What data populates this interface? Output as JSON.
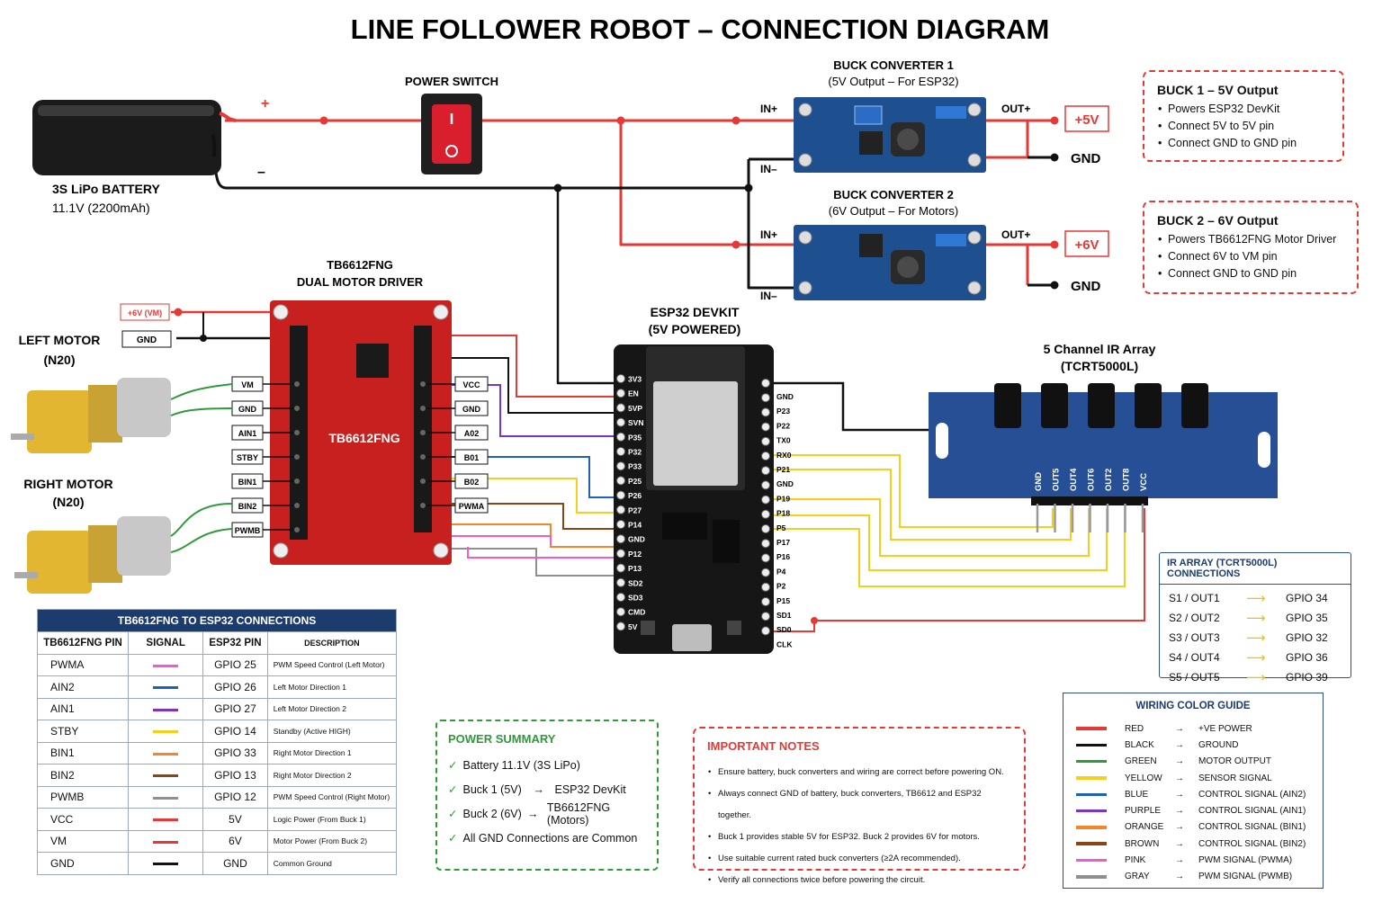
{
  "title": "LINE FOLLOWER ROBOT – CONNECTION DIAGRAM",
  "battery": {
    "name": "3S LiPo BATTERY",
    "spec": "11.1V (2200mAh)",
    "plus": "+",
    "minus": "–"
  },
  "power_switch": {
    "label": "POWER SWITCH"
  },
  "buck1": {
    "title": "BUCK CONVERTER 1",
    "subtitle": "(5V Output – For ESP32)",
    "in_plus": "IN+",
    "in_minus": "IN–",
    "out_plus": "OUT+",
    "voltage": "+5V",
    "gnd": "GND"
  },
  "buck2": {
    "title": "BUCK CONVERTER 2",
    "subtitle": "(6V Output – For Motors)",
    "in_plus": "IN+",
    "in_minus": "IN–",
    "out_plus": "OUT+",
    "voltage": "+6V",
    "gnd": "GND"
  },
  "buck1_note": {
    "title": "BUCK 1 – 5V Output",
    "items": [
      "Powers ESP32 DevKit",
      "Connect 5V to 5V pin",
      "Connect GND to GND pin"
    ]
  },
  "buck2_note": {
    "title": "BUCK 2 – 6V Output",
    "items": [
      "Powers TB6612FNG Motor Driver",
      "Connect 6V to VM pin",
      "Connect GND to GND pin"
    ]
  },
  "driver": {
    "title": "TB6612FNG",
    "subtitle": "DUAL MOTOR DRIVER",
    "chip_label": "TB6612FNG",
    "left_pins": [
      "VM",
      "GND",
      "AIN1",
      "STBY",
      "BIN1",
      "BIN2",
      "PWMB"
    ],
    "right_pins": [
      "VCC",
      "GND",
      "A02",
      "B01",
      "B02",
      "PWMA"
    ],
    "vm_label": "+6V (VM)",
    "gnd_label": "GND"
  },
  "left_motor": {
    "name": "LEFT MOTOR",
    "model": "(N20)"
  },
  "right_motor": {
    "name": "RIGHT MOTOR",
    "model": "(N20)"
  },
  "esp32": {
    "title": "ESP32 DEVKIT",
    "subtitle": "(5V POWERED)",
    "left_pins": [
      "3V3",
      "EN",
      "5VP",
      "SVN",
      "P35",
      "P32",
      "P33",
      "P25",
      "P26",
      "P27",
      "P14",
      "GND",
      "P12",
      "P13",
      "SD2",
      "SD3",
      "CMD",
      "5V"
    ],
    "right_pins": [
      "GND",
      "P23",
      "P22",
      "TX0",
      "RX0",
      "P21",
      "GND",
      "P19",
      "P18",
      "P5",
      "P17",
      "P16",
      "P4",
      "P2",
      "P15",
      "SD1",
      "SD0",
      "CLK"
    ]
  },
  "ir_array": {
    "title": "5 Channel IR Array",
    "subtitle": "(TCRT5000L)",
    "pins": [
      "GND",
      "OUT5",
      "OUT4",
      "OUT6",
      "OUT2",
      "OUT8",
      "VCC"
    ]
  },
  "ir_connections": {
    "title": "IR ARRAY (TCRT5000L) CONNECTIONS",
    "rows": [
      {
        "sensor": "S1 / OUT1",
        "gpio": "GPIO 34"
      },
      {
        "sensor": "S2 / OUT2",
        "gpio": "GPIO 35"
      },
      {
        "sensor": "S3 / OUT3",
        "gpio": "GPIO 32"
      },
      {
        "sensor": "S4 / OUT4",
        "gpio": "GPIO 36"
      },
      {
        "sensor": "S5 / OUT5",
        "gpio": "GPIO 39"
      }
    ]
  },
  "conn_table": {
    "title": "TB6612FNG TO ESP32 CONNECTIONS",
    "headers": [
      "TB6612FNG PIN",
      "SIGNAL",
      "ESP32 PIN",
      "DESCRIPTION"
    ],
    "rows": [
      {
        "pin": "PWMA",
        "color": "#f25bd0",
        "esp": "GPIO 25",
        "desc": "PWM Speed Control (Left Motor)"
      },
      {
        "pin": "AIN2",
        "color": "#1f5fc0",
        "esp": "GPIO 26",
        "desc": "Left Motor Direction 1"
      },
      {
        "pin": "AIN1",
        "color": "#7b35c4",
        "esp": "GPIO 27",
        "desc": "Left Motor Direction 2"
      },
      {
        "pin": "STBY",
        "color": "#f5cf1b",
        "esp": "GPIO 14",
        "desc": "Standby (Active HIGH)"
      },
      {
        "pin": "BIN1",
        "color": "#f3862a",
        "esp": "GPIO 33",
        "desc": "Right Motor Direction 1"
      },
      {
        "pin": "BIN2",
        "color": "#8b4513",
        "esp": "GPIO 13",
        "desc": "Right Motor Direction 2"
      },
      {
        "pin": "PWMB",
        "color": "#8f8f8f",
        "esp": "GPIO 12",
        "desc": "PWM Speed Control (Right Motor)"
      },
      {
        "pin": "VCC",
        "color": "#e53935",
        "esp": "5V",
        "desc": "Logic Power (From Buck 1)"
      },
      {
        "pin": "VM",
        "color": "#e53935",
        "esp": "6V",
        "desc": "Motor Power (From Buck 2)"
      },
      {
        "pin": "GND",
        "color": "#111111",
        "esp": "GND",
        "desc": "Common Ground"
      }
    ]
  },
  "power_summary": {
    "title": "POWER SUMMARY",
    "items": [
      {
        "a": "Battery 11.1V (3S LiPo)",
        "arrow": "",
        "b": ""
      },
      {
        "a": "Buck 1 (5V)",
        "arrow": "→",
        "b": "ESP32 DevKit"
      },
      {
        "a": "Buck 2 (6V)",
        "arrow": "→",
        "b": "TB6612FNG (Motors)"
      },
      {
        "a": "All GND Connections are Common",
        "arrow": "",
        "b": ""
      }
    ]
  },
  "important_notes": {
    "title": "IMPORTANT NOTES",
    "items": [
      "Ensure battery, buck converters and wiring are correct before powering ON.",
      "Always connect GND of battery, buck converters, TB6612 and ESP32 together.",
      "Buck 1 provides stable 5V for ESP32. Buck 2 provides 6V for motors.",
      "Use suitable current rated buck converters (≥2A recommended).",
      "Verify all connections twice before powering the circuit."
    ]
  },
  "color_guide": {
    "title": "WIRING COLOR GUIDE",
    "arrow": "→",
    "rows": [
      {
        "color": "#e53935",
        "name": "RED",
        "meaning": "+VE POWER"
      },
      {
        "color": "#111111",
        "name": "BLACK",
        "meaning": "GROUND"
      },
      {
        "color": "#2e9a3a",
        "name": "GREEN",
        "meaning": "MOTOR OUTPUT"
      },
      {
        "color": "#f5cf1b",
        "name": "YELLOW",
        "meaning": "SENSOR SIGNAL"
      },
      {
        "color": "#1f5fc0",
        "name": "BLUE",
        "meaning": "CONTROL SIGNAL (AIN2)"
      },
      {
        "color": "#7b35c4",
        "name": "PURPLE",
        "meaning": "CONTROL SIGNAL (AIN1)"
      },
      {
        "color": "#f3862a",
        "name": "ORANGE",
        "meaning": "CONTROL SIGNAL (BIN1)"
      },
      {
        "color": "#8b4513",
        "name": "BROWN",
        "meaning": "CONTROL SIGNAL (BIN2)"
      },
      {
        "color": "#f25bd0",
        "name": "PINK",
        "meaning": "PWM SIGNAL (PWMA)"
      },
      {
        "color": "#8f8f8f",
        "name": "GRAY",
        "meaning": "PWM SIGNAL (PWMB)"
      }
    ]
  }
}
